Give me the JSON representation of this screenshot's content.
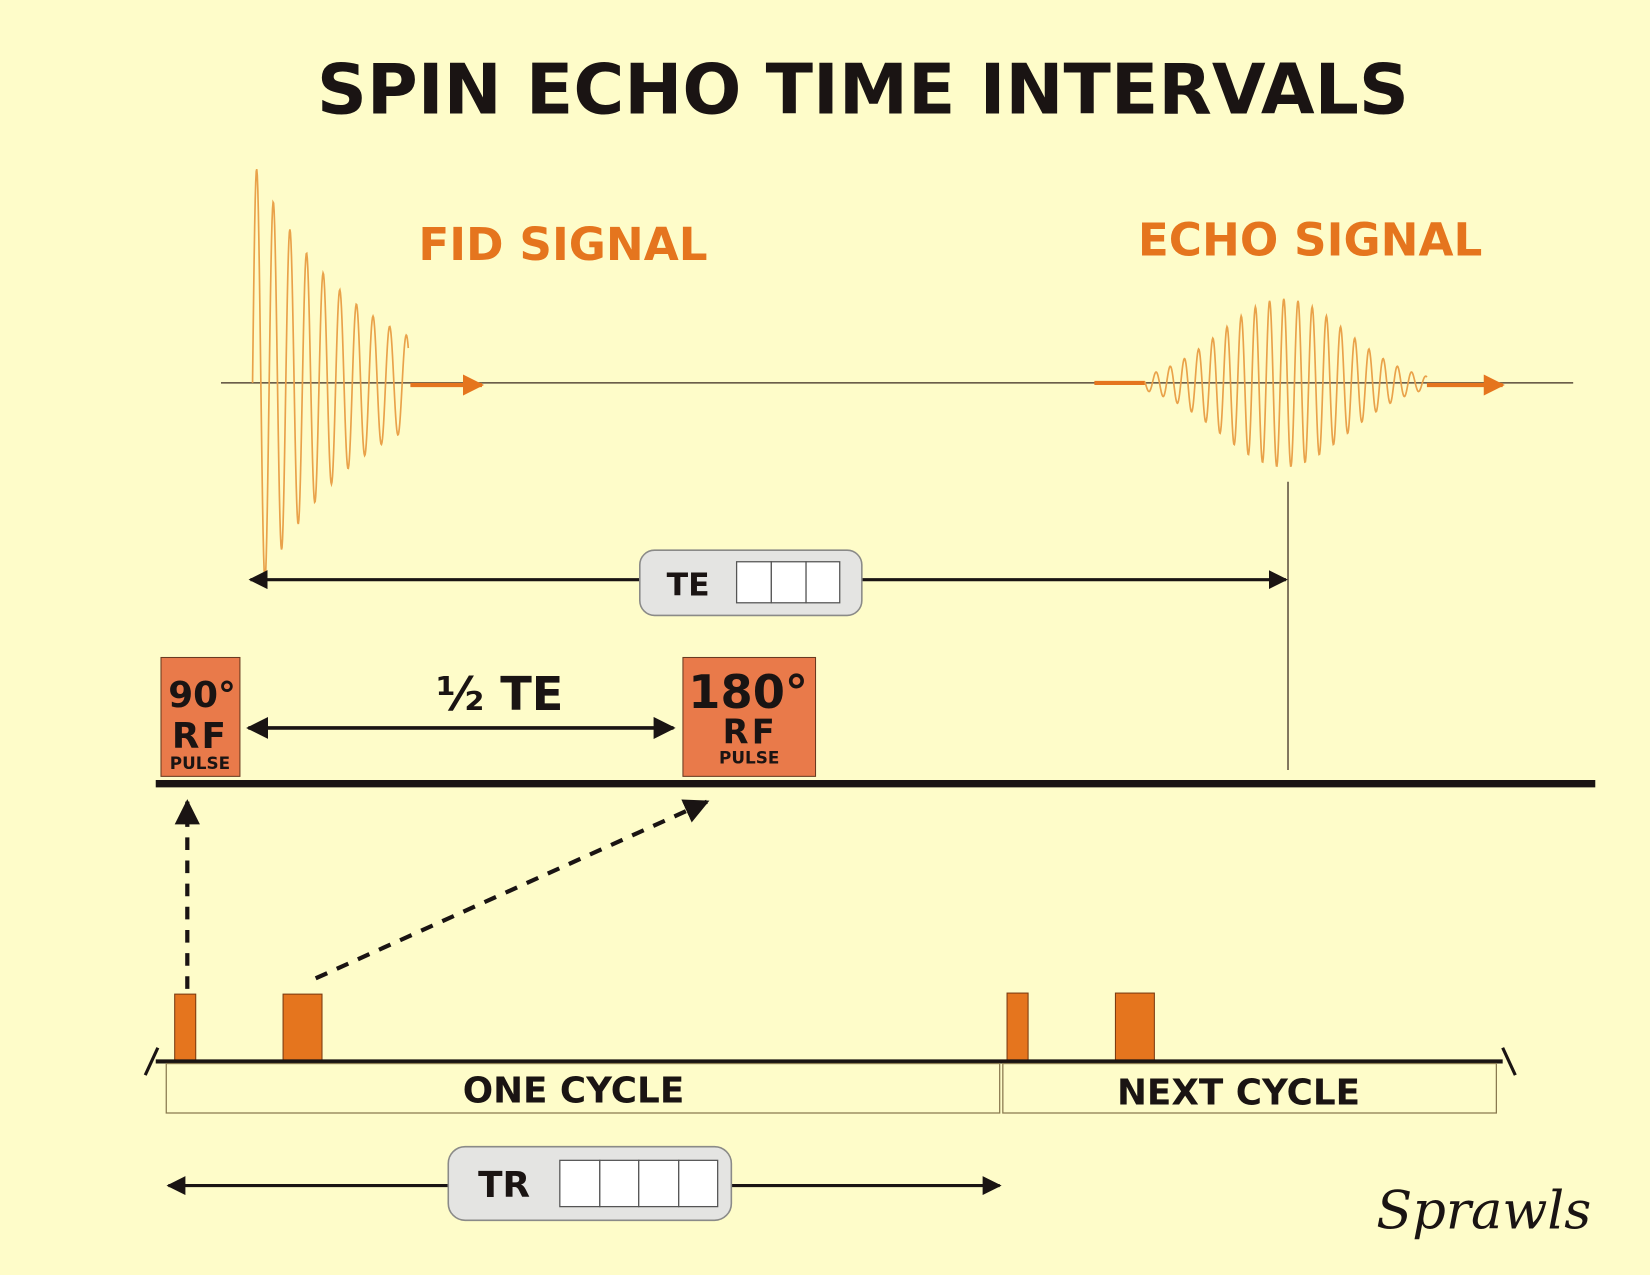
{
  "title": "SPIN ECHO TIME INTERVALS",
  "signals": {
    "fid_label": "FID SIGNAL",
    "echo_label": "ECHO SIGNAL"
  },
  "te_box": {
    "label": "TE",
    "cells": 3
  },
  "tr_box": {
    "label": "TR",
    "cells": 4
  },
  "half_te_label": "½ TE",
  "pulse_90": {
    "angle": "90°",
    "rf": "RF",
    "pulse": "PULSE"
  },
  "pulse_180": {
    "angle": "180°",
    "rf": "RF",
    "pulse": "PULSE"
  },
  "cycles": {
    "one": "ONE CYCLE",
    "next": "NEXT CYCLE"
  },
  "signature": "Sprawls",
  "colors": {
    "background": "#fefcc9",
    "accent_orange": "#e5751e",
    "pulse_box": "#e97a4a",
    "ink": "#1a1413",
    "box_gray": "#e4e4e2"
  }
}
